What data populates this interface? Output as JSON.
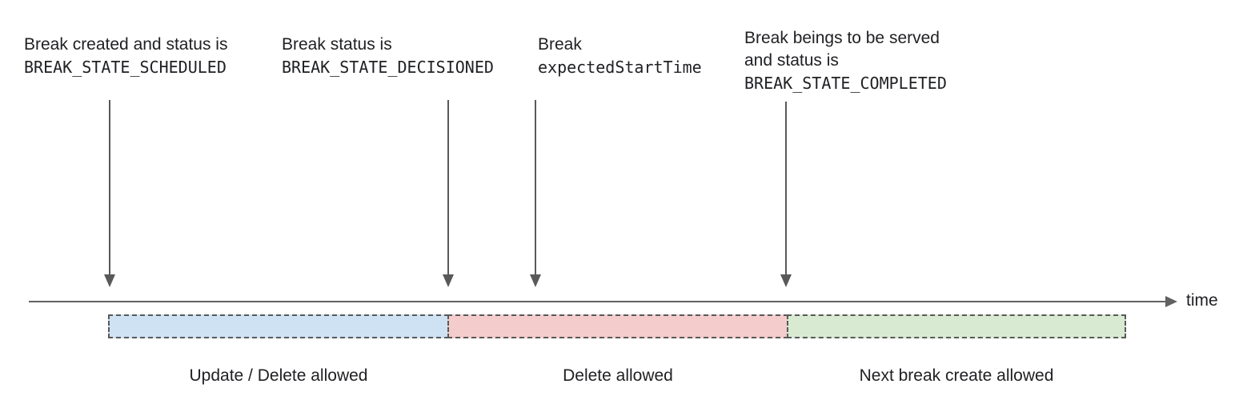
{
  "annotations": {
    "scheduled": {
      "line1": "Break created and status is",
      "line2": "BREAK_STATE_SCHEDULED"
    },
    "decisioned": {
      "line1": "Break status is",
      "line2": "BREAK_STATE_DECISIONED"
    },
    "expected_start": {
      "line1": "Break",
      "line2": "expectedStartTime"
    },
    "completed": {
      "line1": "Break beings to be served",
      "line2": "and status is",
      "line3": "BREAK_STATE_COMPLETED"
    }
  },
  "timeline": {
    "axis_label": "time"
  },
  "segments": {
    "update_delete": {
      "label": "Update / Delete allowed",
      "fill": "#cfe2f3"
    },
    "delete_only": {
      "label": "Delete allowed",
      "fill": "#f4cccc"
    },
    "next_create": {
      "label": "Next break create allowed",
      "fill": "#d9ead3"
    }
  },
  "colors": {
    "arrow": "#595959",
    "axis": "#616161",
    "segment_border": "#595959",
    "text": "#202124"
  }
}
